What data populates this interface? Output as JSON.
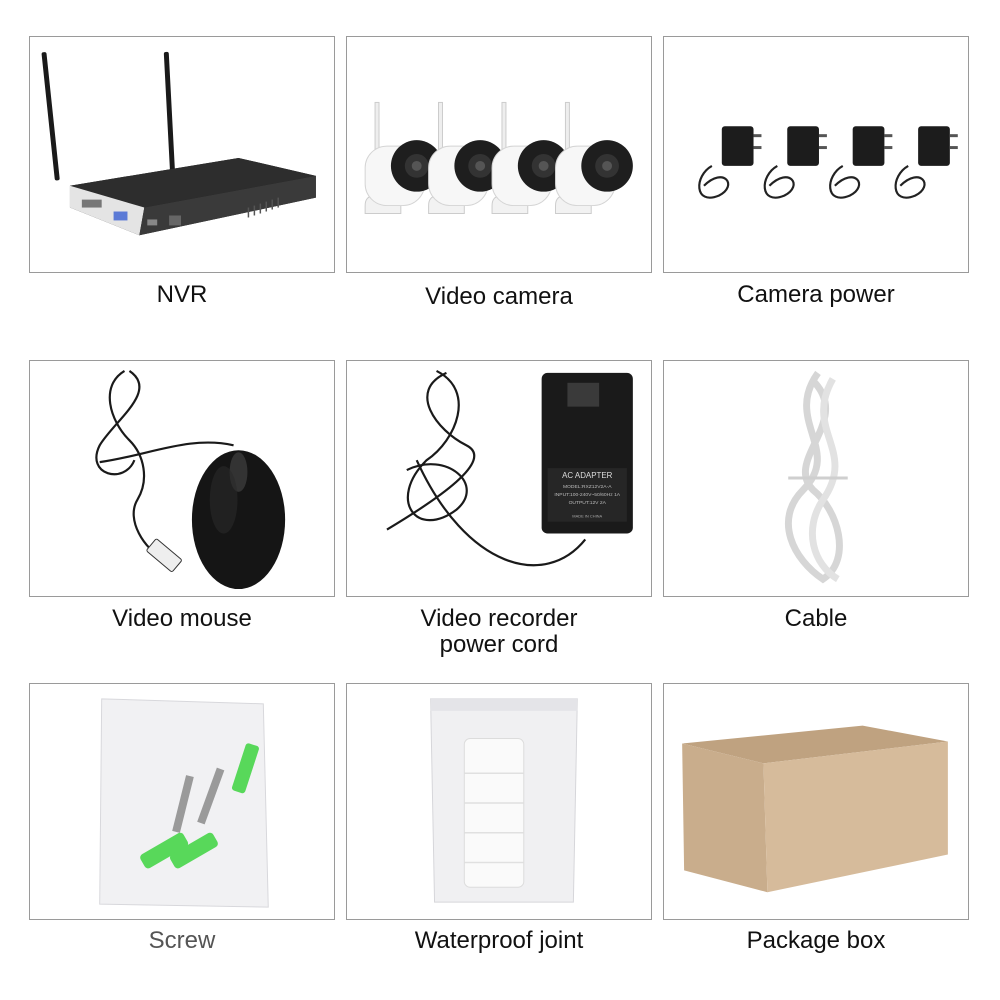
{
  "items": [
    {
      "id": "nvr",
      "label": "NVR"
    },
    {
      "id": "video-camera",
      "label": "Video camera"
    },
    {
      "id": "camera-power",
      "label": "Camera power"
    },
    {
      "id": "video-mouse",
      "label": "Video mouse"
    },
    {
      "id": "power-cord",
      "label": "Video recorder\npower cord"
    },
    {
      "id": "cable",
      "label": "Cable"
    },
    {
      "id": "screw",
      "label": "Screw"
    },
    {
      "id": "waterproof-joint",
      "label": "Waterproof joint"
    },
    {
      "id": "package-box",
      "label": "Package box"
    }
  ],
  "adapter_label": {
    "title": "AC ADAPTER",
    "model": "MODEL:RXZ12V2A-A",
    "input": "INPUT:100-240V~50/60Hz 1A",
    "output": "OUTPUT:12V 2A",
    "origin": "MADE IN CHINA"
  },
  "colors": {
    "border": "#9a9a9a",
    "screw_anchor": "#58d85a",
    "box": "#c9ad8c"
  }
}
